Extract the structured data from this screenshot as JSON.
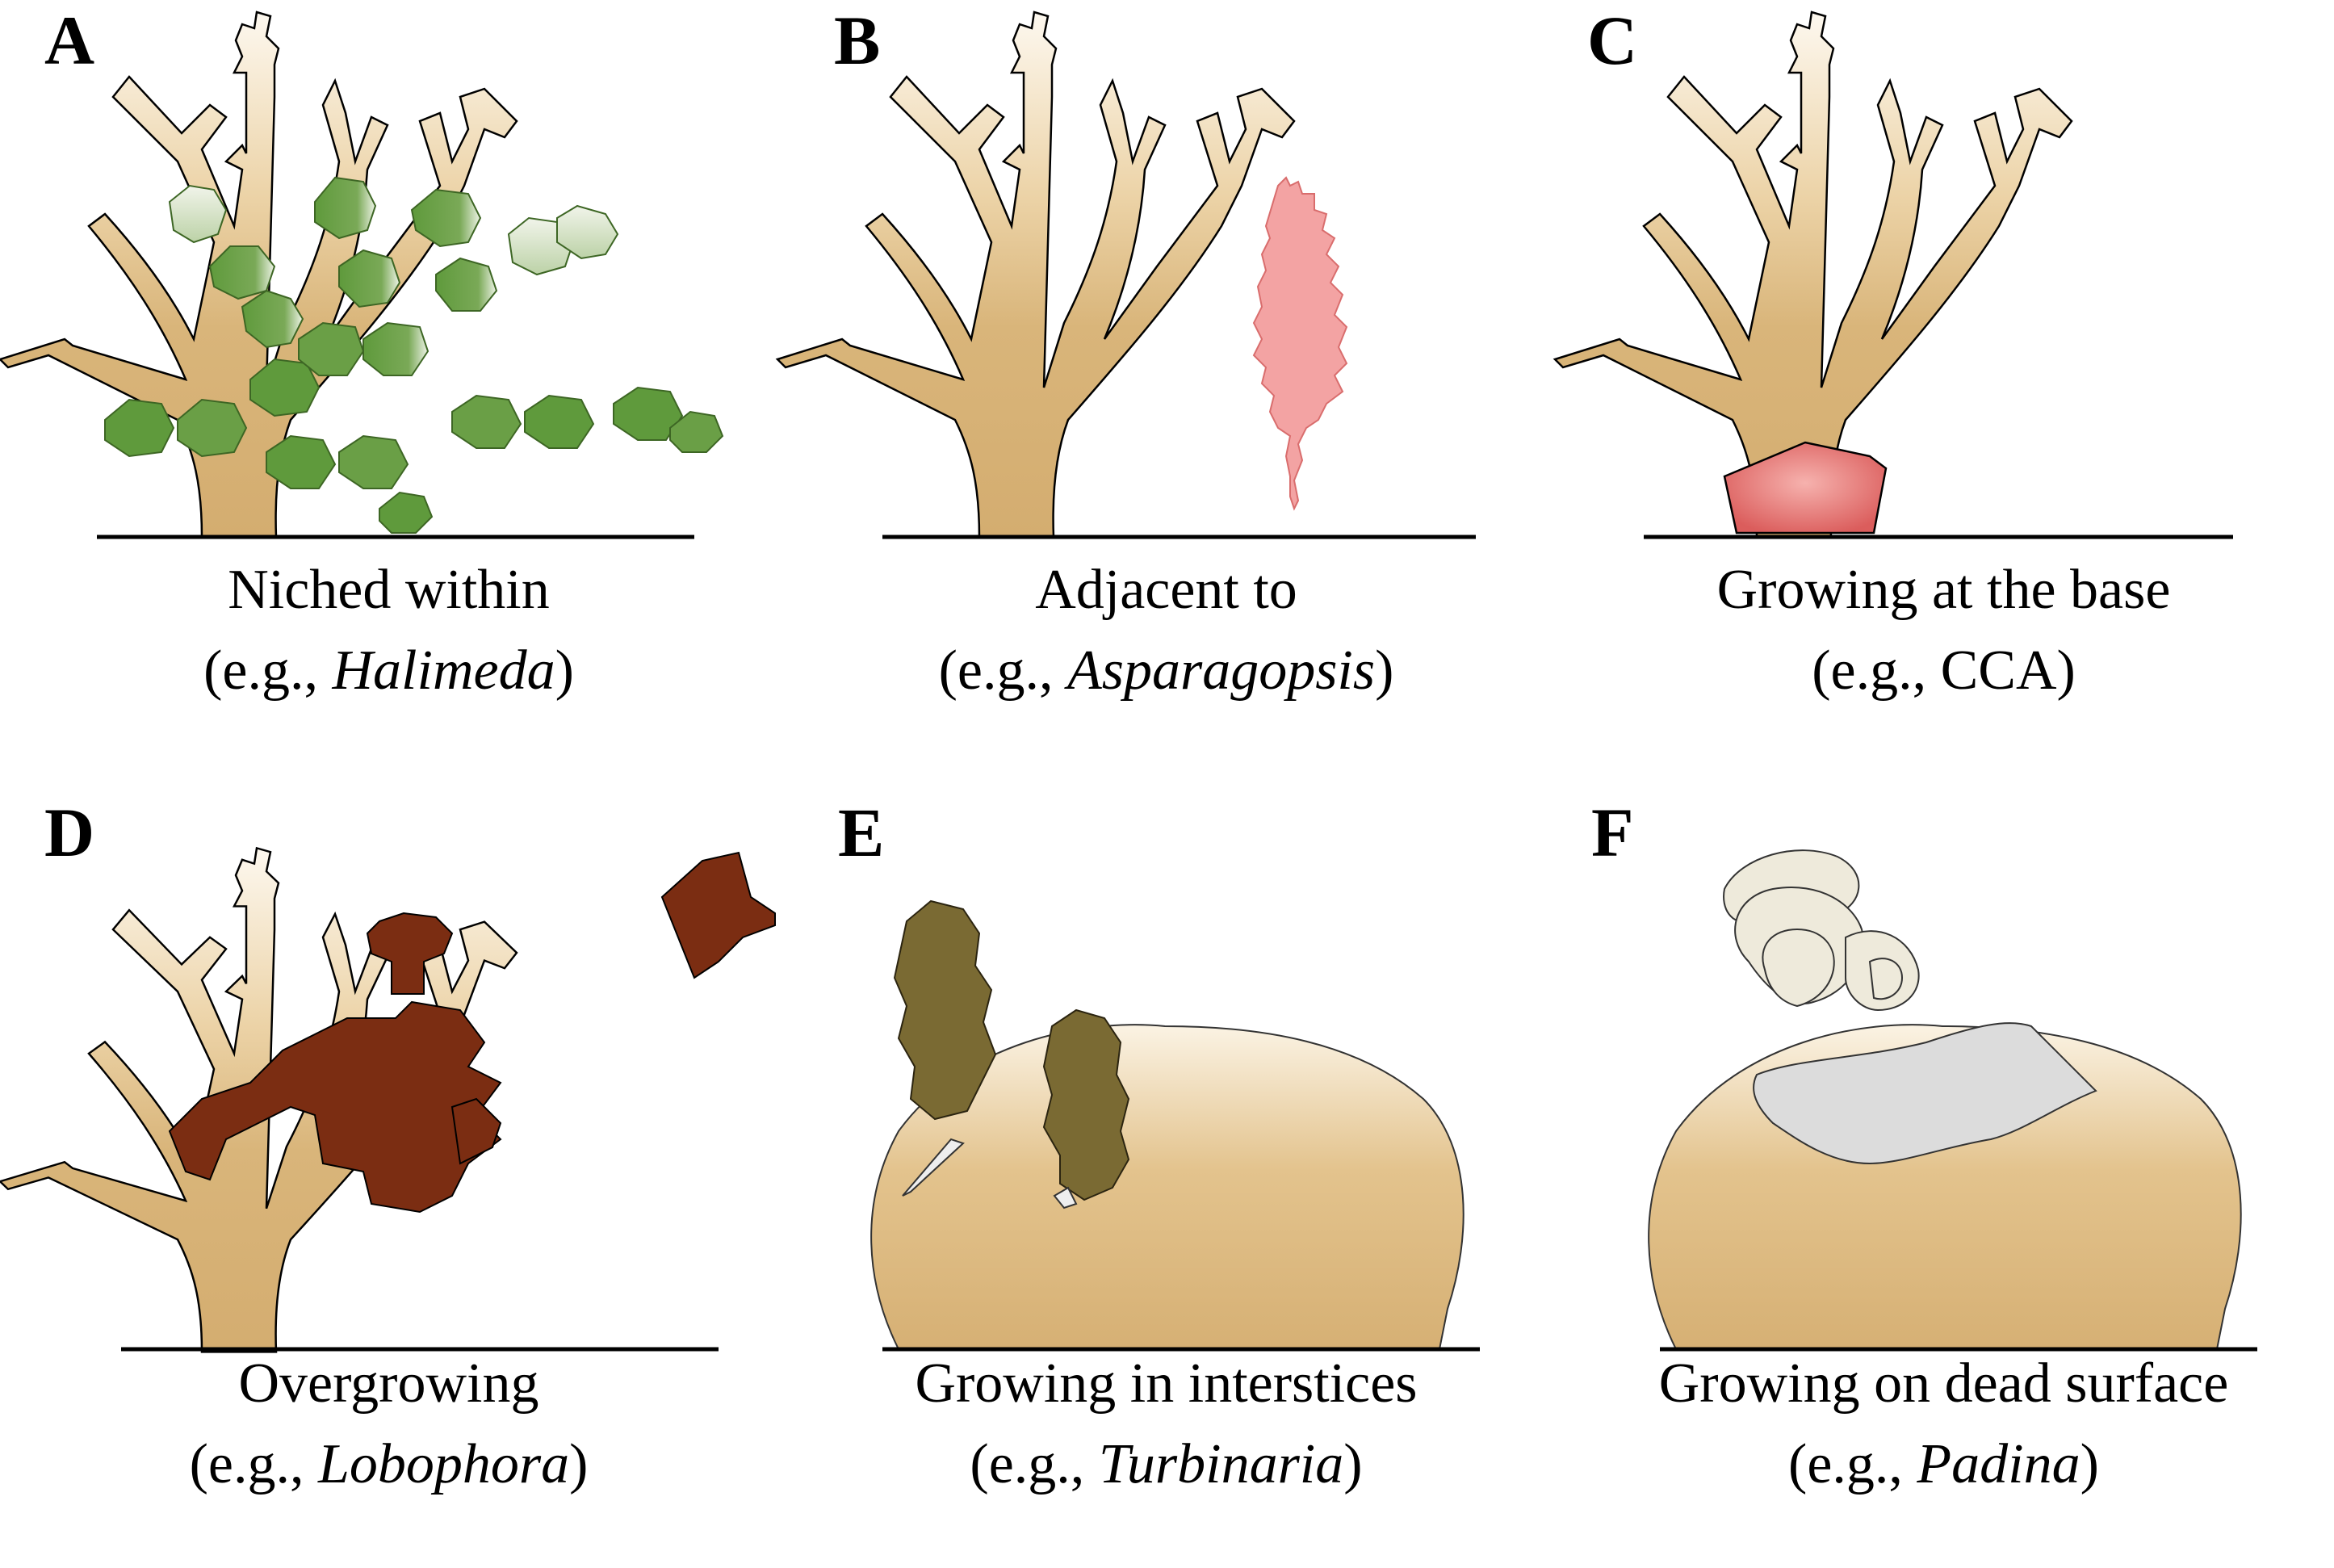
{
  "colors": {
    "coral": "#d9b57a",
    "coral_tip": "#fbf4e8",
    "outline": "#000000",
    "halimeda": "#5f9a3c",
    "asparagopsis": "#f3a3a3",
    "cca": "#e2706f",
    "lobophora": "#7b2d12",
    "turbinaria": "#7a6a33",
    "padina": "#eeeadb",
    "dead_surface": "#dcdcdc"
  },
  "panels": [
    {
      "letter": "A",
      "caption": "Niched within",
      "example_prefix": "(e.g., ",
      "example": "Halimeda",
      "example_suffix": ")",
      "icon": "branching-coral-with-halimeda"
    },
    {
      "letter": "B",
      "caption": "Adjacent to",
      "example_prefix": "(e.g., ",
      "example": "Asparagopsis",
      "example_suffix": ")",
      "icon": "branching-coral-with-asparagopsis"
    },
    {
      "letter": "C",
      "caption": "Growing at the base",
      "example_prefix": "(e.g., CCA)",
      "example": "",
      "example_suffix": "",
      "icon": "branching-coral-with-cca"
    },
    {
      "letter": "D",
      "caption": "Overgrowing",
      "example_prefix": "(e.g., ",
      "example": "Lobophora",
      "example_suffix": ")",
      "icon": "branching-coral-with-lobophora"
    },
    {
      "letter": "E",
      "caption": "Growing in interstices",
      "example_prefix": "(e.g., ",
      "example": "Turbinaria",
      "example_suffix": ")",
      "icon": "massive-coral-with-turbinaria"
    },
    {
      "letter": "F",
      "caption": "Growing on dead surface",
      "example_prefix": "(e.g., ",
      "example": "Padina",
      "example_suffix": ")",
      "icon": "massive-coral-with-padina"
    }
  ]
}
